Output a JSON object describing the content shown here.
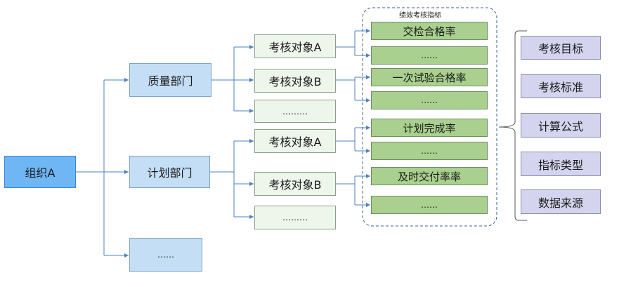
{
  "org": {
    "label": "组织A"
  },
  "departments": [
    {
      "label": "质量部门"
    },
    {
      "label": "计划部门"
    },
    {
      "label": "……"
    }
  ],
  "objects": [
    {
      "label": "考核对象A"
    },
    {
      "label": "考核对象B"
    },
    {
      "label": "………"
    },
    {
      "label": "考核对象A"
    },
    {
      "label": "考核对象B"
    },
    {
      "label": "………"
    }
  ],
  "indicator_group": {
    "title": "绩效考核指标",
    "items": [
      {
        "label": "交检合格率"
      },
      {
        "label": "……"
      },
      {
        "label": "一次试验合格率"
      },
      {
        "label": "……"
      },
      {
        "label": "计划完成率"
      },
      {
        "label": "……"
      },
      {
        "label": "及时交付率率"
      },
      {
        "label": "……"
      }
    ]
  },
  "attributes": [
    {
      "label": "考核目标"
    },
    {
      "label": "考核标准"
    },
    {
      "label": "计算公式"
    },
    {
      "label": "指标类型"
    },
    {
      "label": "数据来源"
    }
  ],
  "colors": {
    "line": "#4f81bd",
    "org_fill": "#6fb6f5",
    "dept_fill": "#c4dff5",
    "object_fill": "#eef5eb",
    "indicator_fill": "#a9d08e",
    "attribute_fill": "#d4d4ef"
  }
}
